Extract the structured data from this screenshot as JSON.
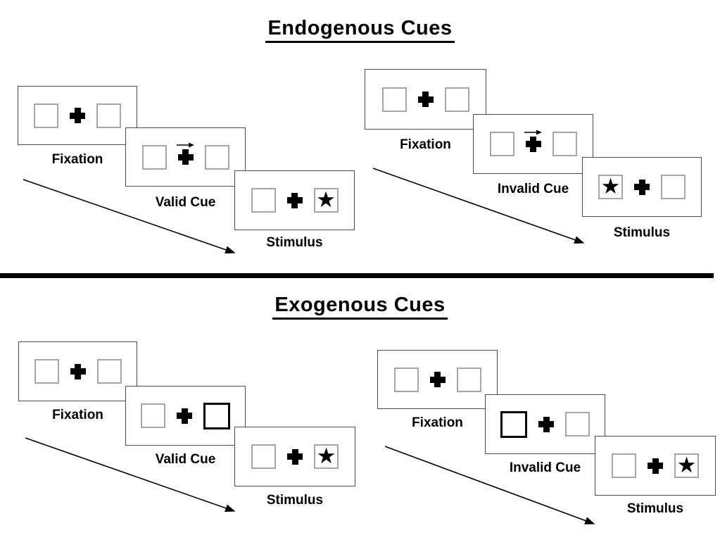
{
  "page": {
    "background": "#ffffff"
  },
  "colors": {
    "panel_border": "#4d4d4d",
    "placeholder_box_border": "#a6a6a6",
    "peripheral_cue_box_border": "#000000",
    "text": "#000000",
    "divider": "#000000"
  },
  "icons": {
    "star_glyph": "★",
    "fixation_cross": "heavy-plus-shape",
    "cue_arrow": "right-arrow-shape"
  },
  "sections": {
    "endogenous": {
      "title": "Endogenous Cues",
      "valid": {
        "fixation": "Fixation",
        "cue": "Valid Cue",
        "stimulus": "Stimulus",
        "cue_type": "central-arrow-right",
        "star_side": "right"
      },
      "invalid": {
        "fixation": "Fixation",
        "cue": "Invalid Cue",
        "stimulus": "Stimulus",
        "cue_type": "central-arrow-right",
        "star_side": "left"
      }
    },
    "exogenous": {
      "title": "Exogenous Cues",
      "valid": {
        "fixation": "Fixation",
        "cue": "Valid Cue",
        "stimulus": "Stimulus",
        "cue_type": "peripheral-box-right",
        "star_side": "right"
      },
      "invalid": {
        "fixation": "Fixation",
        "cue": "Invalid Cue",
        "stimulus": "Stimulus",
        "cue_type": "peripheral-box-left",
        "star_side": "right"
      }
    }
  }
}
